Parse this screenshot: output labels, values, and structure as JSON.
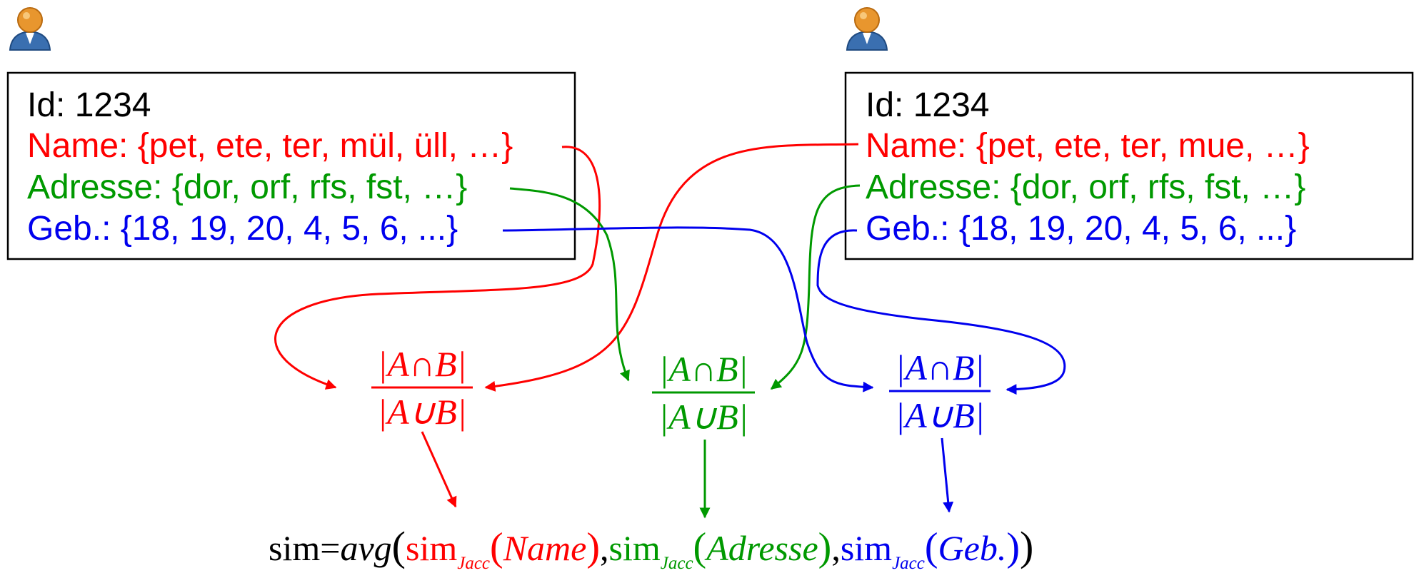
{
  "colors": {
    "black": "#000000",
    "red": "#ff0000",
    "green": "#009900",
    "blue": "#0000ee",
    "person_head": "#e8962e",
    "person_body": "#3a6fb0"
  },
  "records": [
    {
      "id_line": "Id: 1234",
      "name_line": "Name: {pet, ete, ter, mül, üll, …}",
      "address_line": "Adresse: {dor, orf, rfs, fst, …}",
      "birth_line": "Geb.: {18, 19, 20, 4, 5, 6, ...}"
    },
    {
      "id_line": "Id: 1234",
      "name_line": "Name: {pet, ete, ter, mue, …}",
      "address_line": "Adresse: {dor, orf, rfs, fst, …}",
      "birth_line": "Geb.: {18, 19, 20, 4, 5, 6, ...}"
    }
  ],
  "jaccard": {
    "numerator": "|A∩B|",
    "denominator": "|A∪B|"
  },
  "formula": {
    "lhs": "sim",
    "equals": "=",
    "avg": "avg",
    "open": "(",
    "close": ")",
    "comma": ",",
    "term_name": "sim",
    "term_name_sub": "Jacc",
    "term_name_arg": "Name",
    "term_addr": "sim",
    "term_addr_sub": "Jacc",
    "term_addr_arg": "Adresse",
    "term_geb": "sim",
    "term_geb_sub": "Jacc",
    "term_geb_arg": "Geb."
  }
}
